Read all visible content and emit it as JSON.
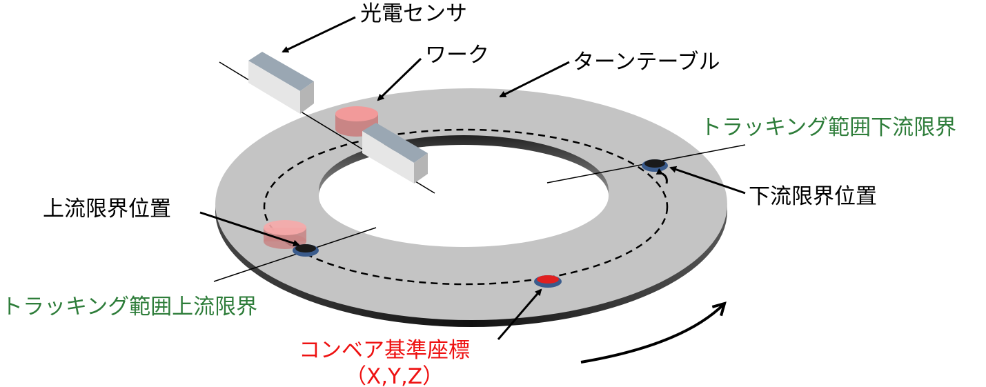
{
  "labels": {
    "sensor": "光電センサ",
    "work": "ワーク",
    "turntable": "ターンテーブル",
    "tracking_downstream": "トラッキング範囲下流限界",
    "downstream_position": "下流限界位置",
    "upstream_position": "上流限界位置",
    "tracking_upstream": "トラッキング範囲上流限界",
    "conveyor_coord": "コンベア基準座標",
    "conveyor_coord_sub": "（X,Y,Z）"
  },
  "colors": {
    "table": "#c4c4c4",
    "work": "#f29a9a",
    "marker": "#3a5b8c",
    "origin": "#e02020",
    "green_text": "#2e7d3a",
    "red_text": "#ee1111"
  }
}
